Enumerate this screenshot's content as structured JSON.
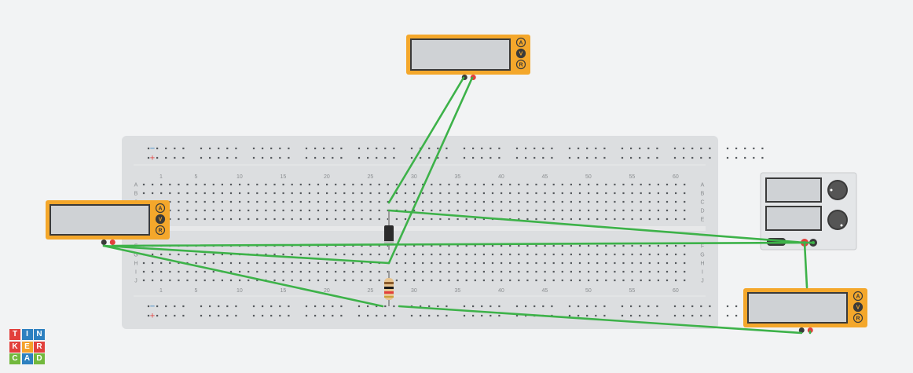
{
  "app": {
    "logo_letters": [
      "T",
      "I",
      "N",
      "K",
      "E",
      "R",
      "C",
      "A",
      "D"
    ],
    "logo_colors": [
      "#e2403c",
      "#2d80c0",
      "#2d80c0",
      "#e2403c",
      "#f4a12b",
      "#e2403c",
      "#72b83d",
      "#2d80c0",
      "#72b83d"
    ]
  },
  "breadboard": {
    "column_numbers": [
      "1",
      "5",
      "10",
      "15",
      "20",
      "25",
      "30",
      "35",
      "40",
      "45",
      "50",
      "55",
      "60"
    ],
    "top_row_letters": [
      "A",
      "B",
      "C",
      "D",
      "E"
    ],
    "bottom_row_letters": [
      "F",
      "G",
      "H",
      "I",
      "J"
    ],
    "rail_minus": "−",
    "rail_plus": "+"
  },
  "multimeters": [
    {
      "id": "mm-top",
      "mode_labels": [
        "A",
        "V",
        "R"
      ],
      "active_mode": "V"
    },
    {
      "id": "mm-left",
      "mode_labels": [
        "A",
        "V",
        "R"
      ],
      "active_mode": "V"
    },
    {
      "id": "mm-bottom-right",
      "mode_labels": [
        "A",
        "V",
        "R"
      ],
      "active_mode": "V"
    }
  ],
  "power_supply": {
    "knob_count": 2
  },
  "colors": {
    "wire": "#3db249",
    "multimeter_body": "#f4a72b",
    "breadboard": "#dcdee0",
    "display": "#cfd2d5"
  }
}
